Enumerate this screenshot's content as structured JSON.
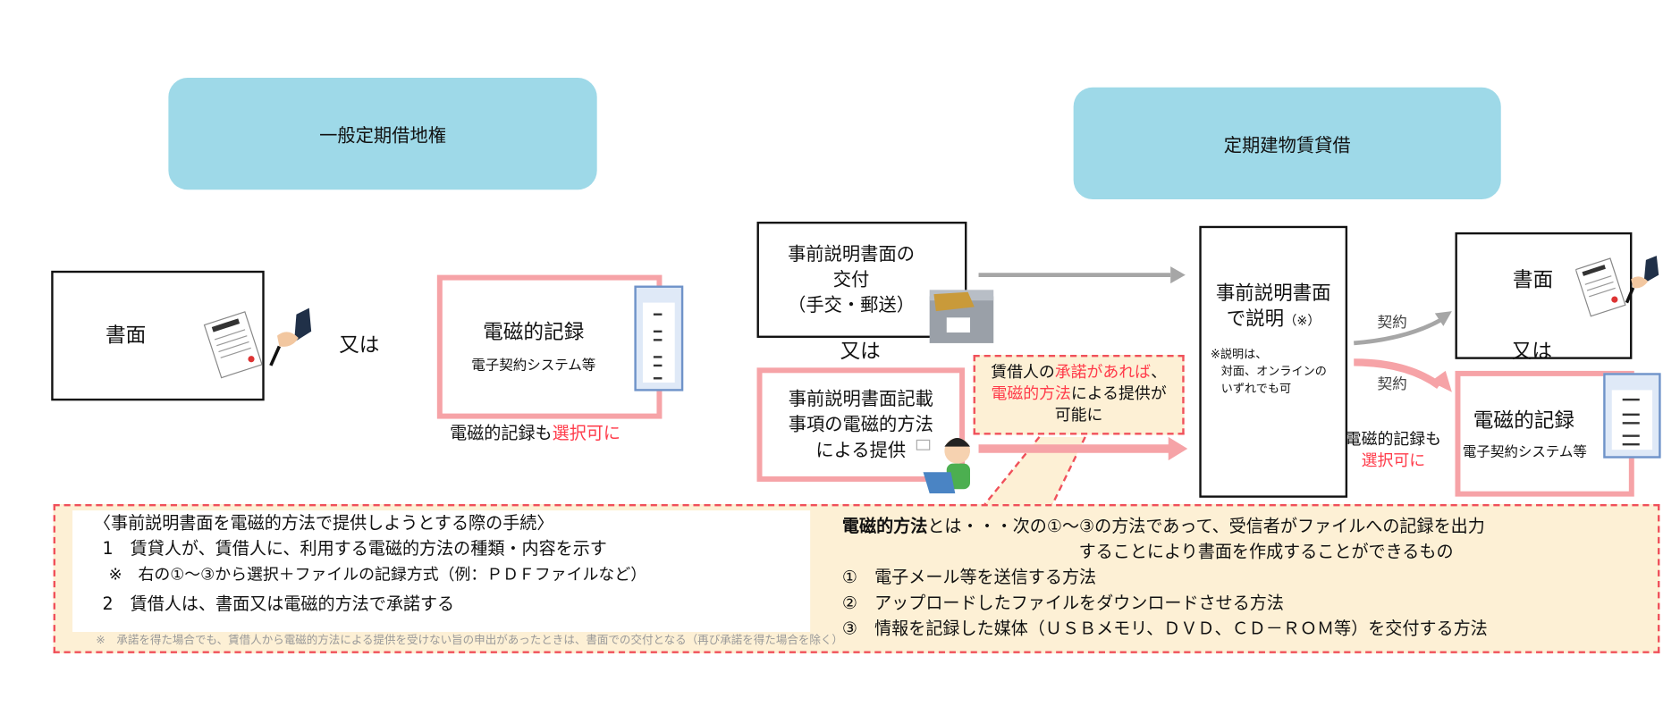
{
  "headers": {
    "left": "一般定期借地権",
    "right": "定期建物賃貸借"
  },
  "left": {
    "paper_label": "書面",
    "or_label": "又は",
    "electronic_title": "電磁的記録",
    "electronic_sub": "電子契約システム等",
    "note_prefix": "電磁的記録も",
    "note_red": "選択可に"
  },
  "right": {
    "delivery_box": [
      "事前説明書面の",
      "交付",
      "（手交・郵送）"
    ],
    "or_label": "又は",
    "electronic_box": [
      "事前説明書面記載",
      "事項の電磁的方法",
      "による提供"
    ],
    "callout": {
      "p1": "賃借人の",
      "p1_red": "承諾があれば",
      "p1_end": "、",
      "p2_red": "電磁的方法",
      "p2": "による提供が",
      "p3": "可能に"
    },
    "explain_box": {
      "line1": "事前説明書面",
      "line2": "で説明",
      "mark": "（※）",
      "note1": "※説明は、",
      "note2": "対面、オンラインの",
      "note3": "いずれでも可"
    },
    "contract_label_1": "契約",
    "contract_label_2": "契約",
    "paper_label": "書面",
    "or_label2": "又は",
    "electronic_title": "電磁的記録",
    "electronic_sub": "電子契約システム等",
    "note_prefix": "電磁的記録も",
    "note_red": "選択可に"
  },
  "procedure": {
    "title": "〈事前説明書面を電磁的方法で提供しようとする際の手続〉",
    "step1": "1　賃貸人が、賃借人に、利用する電磁的方法の種類・内容を示す",
    "step1_note": "※　右の①～③から選択＋ファイルの記録方式（例：ＰＤＦファイルなど）",
    "step2": "2　賃借人は、書面又は電磁的方法で承諾する",
    "footnote": "※　承諾を得た場合でも、賃借人から電磁的方法による提供を受けない旨の申出があったときは、書面での交付となる（再び承諾を得た場合を除く）"
  },
  "methods": {
    "term": "電磁的方法",
    "def1": "とは・・・次の①～③の方法であって、受信者がファイルへの記録を出力",
    "def2": "することにより書面を作成することができるもの",
    "items": [
      "①　電子メール等を送信する方法",
      "②　アップロードしたファイルをダウンロードさせる方法",
      "③　情報を記録した媒体（ＵＳＢメモリ、ＤＶＤ、ＣＤ－ＲＯＭ等）を交付する方法"
    ]
  },
  "colors": {
    "header": "#9ed9e8",
    "pink": "#f6a3a7",
    "red": "#ff3b4a",
    "cream": "#fdf0d5"
  }
}
